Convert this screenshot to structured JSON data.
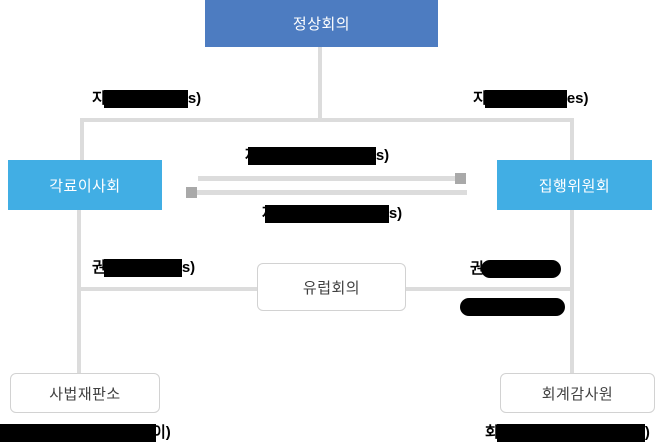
{
  "diagram": {
    "type": "org-chart",
    "colors": {
      "primary_blue": "#4d7cc1",
      "light_blue": "#41aee4",
      "connector_gray": "#dcdcdc",
      "arrowhead_gray": "#a9a9a9",
      "outline_box_border": "#d2d2d2",
      "outline_box_text": "#404040",
      "redaction_black": "#000000"
    },
    "nodes": {
      "summit": {
        "label": "정상회의"
      },
      "council": {
        "label": "각료이사회"
      },
      "commission": {
        "label": "집행위원회"
      },
      "parliament": {
        "label": "유럽회의"
      },
      "court": {
        "label": "사법재판소"
      },
      "auditors": {
        "label": "회계감사원"
      }
    },
    "edge_labels": {
      "summit_to_council": {
        "prefix": "지",
        "suffix": "s)",
        "redacted": true
      },
      "summit_to_commission": {
        "prefix": "지",
        "suffix": "es)",
        "redacted": true
      },
      "council_to_commission": {
        "prefix": "제",
        "suffix": "s)",
        "redacted": true
      },
      "commission_to_council": {
        "prefix": "제",
        "suffix": "s)",
        "redacted": true
      },
      "parliament_left": {
        "prefix": "권",
        "suffix": "s)",
        "redacted": true
      },
      "parliament_right_line1": {
        "prefix": "권",
        "suffix": "",
        "redacted": true
      },
      "parliament_right_line2": {
        "prefix": "",
        "suffix": "",
        "redacted": true
      },
      "court_caption": {
        "prefix": "",
        "suffix": "이)",
        "redacted": true
      },
      "auditors_caption": {
        "prefix": "회",
        "suffix": ")",
        "redacted": true
      }
    }
  }
}
